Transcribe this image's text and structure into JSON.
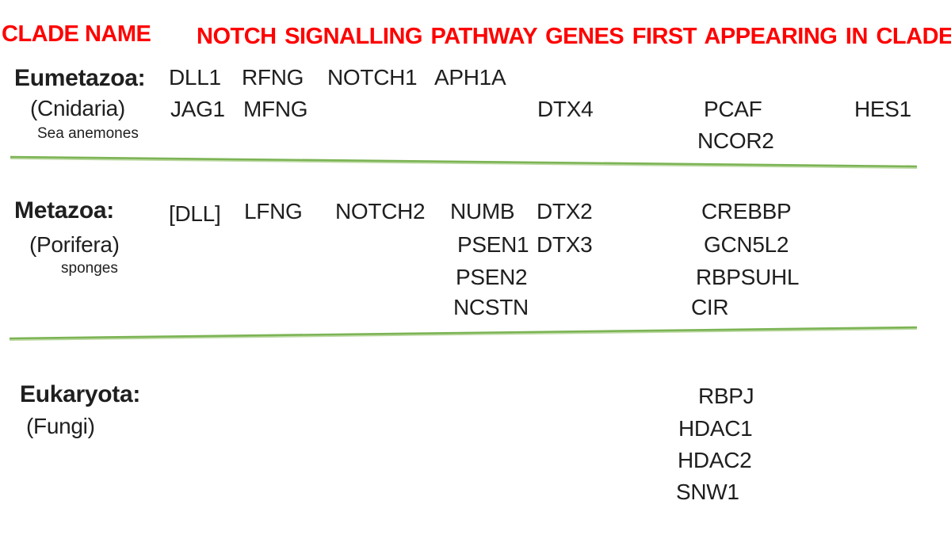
{
  "header": {
    "clade_name_label": "CLADE NAME",
    "title": "NOTCH SIGNALLING PATHWAY GENES FIRST APPEARING IN CLADE"
  },
  "colors": {
    "header_red": "#ff0000",
    "divider_green": "#7cb455",
    "divider_green_light": "#bcd9a2",
    "text": "#1f1f1f"
  },
  "sections": [
    {
      "clade": "Eumetazoa:",
      "subclade": "(Cnidaria)",
      "common_name": "Sea anemones",
      "genes": [
        "DLL1",
        "RFNG",
        "NOTCH1",
        "APH1A",
        "JAG1",
        "MFNG",
        "DTX4",
        "PCAF",
        "HES1",
        "NCOR2"
      ]
    },
    {
      "clade": "Metazoa:",
      "subclade": "(Porifera)",
      "common_name": "sponges",
      "genes": [
        "[DLL]",
        "LFNG",
        "NOTCH2",
        "NUMB",
        "DTX2",
        "CREBBP",
        "PSEN1",
        "DTX3",
        "GCN5L2",
        "PSEN2",
        "RBPSUHL",
        "NCSTN",
        "CIR"
      ]
    },
    {
      "clade": "Eukaryota:",
      "subclade": "(Fungi)",
      "common_name": "",
      "genes": [
        "RBPJ",
        "HDAC1",
        "HDAC2",
        "SNW1"
      ]
    }
  ]
}
